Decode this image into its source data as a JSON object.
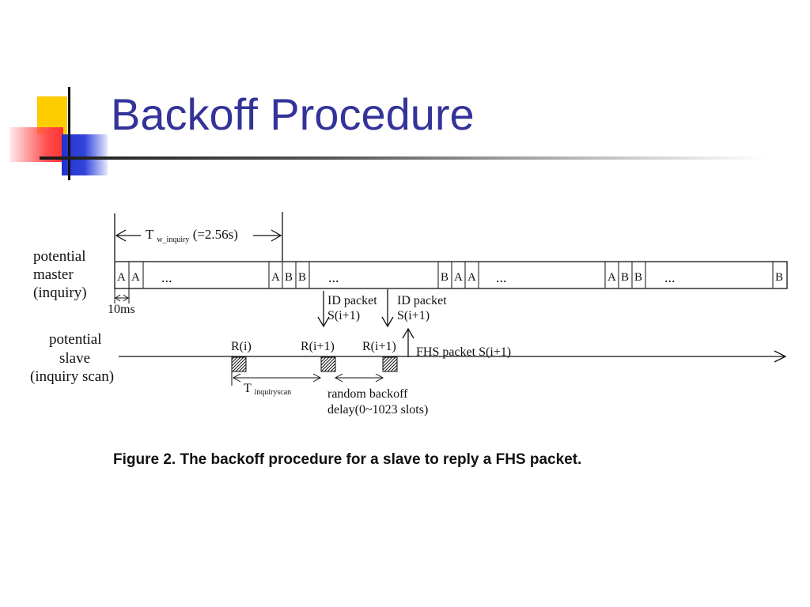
{
  "title": "Backoff Procedure",
  "caption": "Figure 2. The backoff procedure for a slave to reply a FHS packet.",
  "diagram": {
    "master_label_lines": [
      "potential",
      "master",
      "(inquiry)"
    ],
    "slave_label_lines": [
      "potential",
      "slave",
      "(inquiry scan)"
    ],
    "tw_label_main": "T",
    "tw_label_sub": "w_inquiry",
    "tw_label_value": "(=2.56s)",
    "slot_label": "10ms",
    "slot_a": "A",
    "slot_b": "B",
    "ellipsis": "...",
    "id_packet_1": [
      "ID packet",
      "S(i+1)"
    ],
    "id_packet_2": [
      "ID packet",
      "S(i+1)"
    ],
    "fhs_label": "FHS packet S(i+1)",
    "r_labels": [
      "R(i)",
      "R(i+1)",
      "R(i+1)"
    ],
    "tscan_main": "T",
    "tscan_sub": "inquiryscan",
    "backoff_lines": [
      "random backoff",
      "delay(0~1023 slots)"
    ]
  },
  "colors": {
    "title": "#333399",
    "deco_yellow": "#ffcc00",
    "deco_red": "#ff3333",
    "deco_blue": "#2233cc"
  }
}
